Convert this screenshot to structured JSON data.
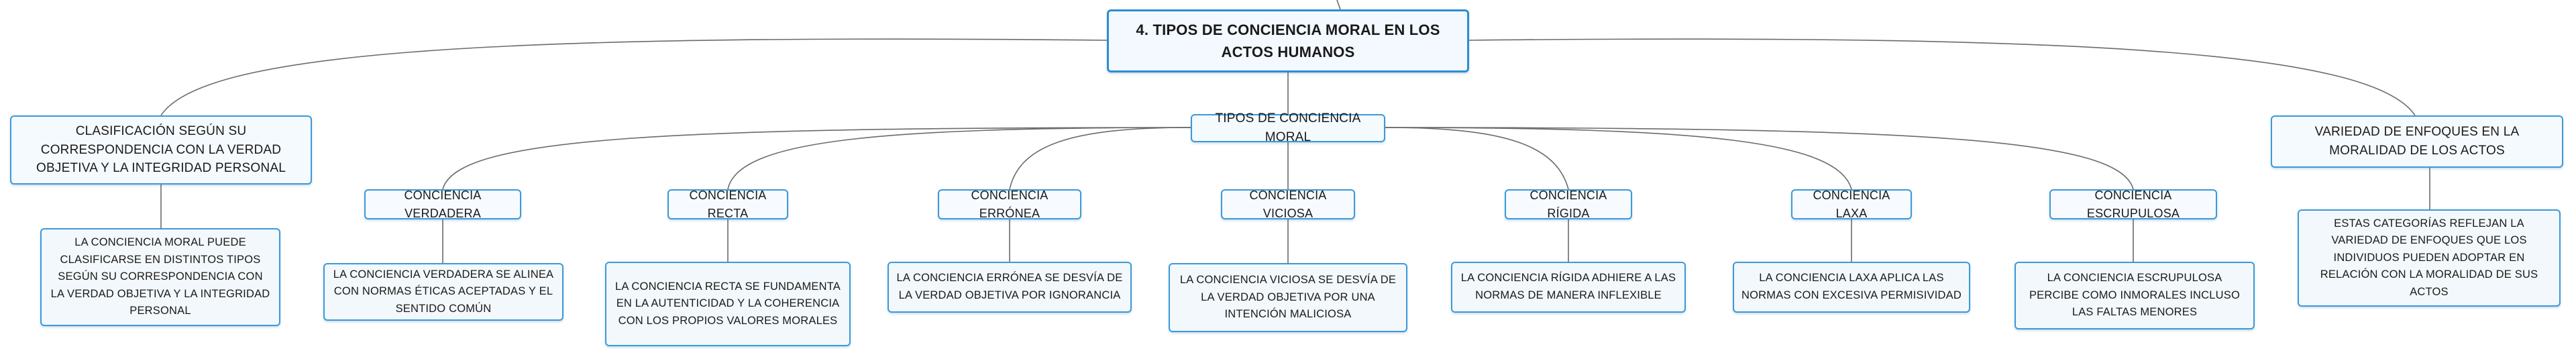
{
  "map": {
    "root": "4. TIPOS DE CONCIENCIA MORAL EN LOS ACTOS HUMANOS",
    "left_branch": {
      "title": "CLASIFICACIÓN SEGÚN SU CORRESPONDENCIA CON LA VERDAD OBJETIVA Y LA INTEGRIDAD PERSONAL",
      "detail": "LA CONCIENCIA MORAL PUEDE CLASIFICARSE EN DISTINTOS TIPOS SEGÚN SU CORRESPONDENCIA CON LA VERDAD OBJETIVA Y LA INTEGRIDAD PERSONAL"
    },
    "center_branch": {
      "title": "TIPOS DE CONCIENCIA MORAL",
      "types": [
        {
          "name": "CONCIENCIA VERDADERA",
          "detail": "LA CONCIENCIA VERDADERA SE ALINEA CON NORMAS ÉTICAS ACEPTADAS Y EL SENTIDO COMÚN"
        },
        {
          "name": "CONCIENCIA RECTA",
          "detail": "LA CONCIENCIA RECTA SE FUNDAMENTA EN LA AUTENTICIDAD Y LA COHERENCIA CON LOS PROPIOS VALORES MORALES"
        },
        {
          "name": "CONCIENCIA ERRÓNEA",
          "detail": "LA CONCIENCIA ERRÓNEA SE DESVÍA DE LA VERDAD OBJETIVA POR IGNORANCIA"
        },
        {
          "name": "CONCIENCIA VICIOSA",
          "detail": "LA CONCIENCIA VICIOSA SE DESVÍA DE LA VERDAD OBJETIVA POR UNA INTENCIÓN MALICIOSA"
        },
        {
          "name": "CONCIENCIA RÍGIDA",
          "detail": "LA CONCIENCIA RÍGIDA ADHIERE A LAS NORMAS DE MANERA INFLEXIBLE"
        },
        {
          "name": "CONCIENCIA LAXA",
          "detail": "LA CONCIENCIA LAXA APLICA LAS NORMAS CON EXCESIVA PERMISIVIDAD"
        },
        {
          "name": "CONCIENCIA ESCRUPULOSA",
          "detail": "LA CONCIENCIA ESCRUPULOSA PERCIBE COMO INMORALES INCLUSO LAS FALTAS MENORES"
        }
      ]
    },
    "right_branch": {
      "title": "VARIEDAD DE ENFOQUES EN LA MORALIDAD DE LOS ACTOS",
      "detail": "ESTAS CATEGORÍAS REFLEJAN LA VARIEDAD DE ENFOQUES QUE LOS INDIVIDUOS PUEDEN ADOPTAR EN RELACIÓN CON LA MORALIDAD DE SUS ACTOS"
    }
  },
  "colors": {
    "node_border": "#3a9ad9",
    "node_fill": "#f5faff",
    "connector": "#6b6b6b",
    "text": "#1a1a1a"
  }
}
